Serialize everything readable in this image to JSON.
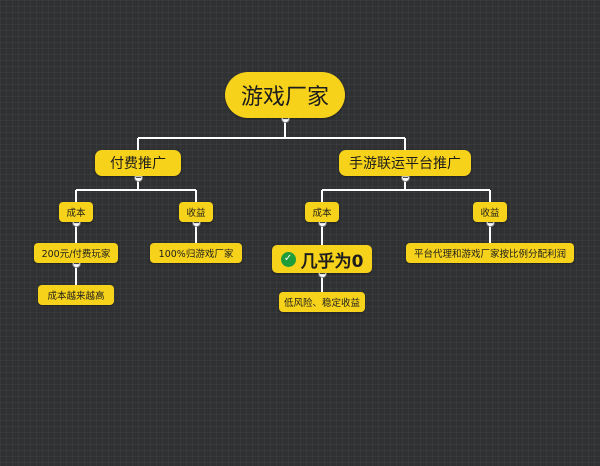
{
  "diagram": {
    "root": "游戏厂家",
    "branches": [
      {
        "label": "付费推广",
        "cost": {
          "label": "成本",
          "detail": "200元/付费玩家",
          "note": "成本越来越高"
        },
        "revenue": {
          "label": "收益",
          "detail": "100%归游戏厂家"
        }
      },
      {
        "label": "手游联运平台推广",
        "cost": {
          "label": "成本",
          "detail": "几乎为0",
          "note": "低风险、稳定收益"
        },
        "revenue": {
          "label": "收益",
          "detail": "平台代理和游戏厂家按比例分配利润"
        }
      }
    ],
    "highlight_icon": "check-circle-icon",
    "colors": {
      "node_fill": "#f7d21a",
      "connector": "#ffffff",
      "background": "#2f3133",
      "check": "#1f9d3a"
    }
  }
}
